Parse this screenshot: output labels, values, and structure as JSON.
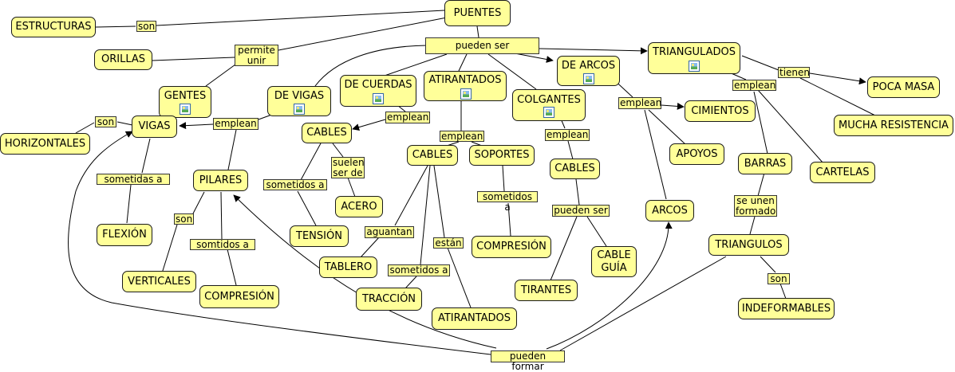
{
  "concepts": {
    "puentes": "PUENTES",
    "estructuras": "ESTRUCTURAS",
    "orillas": "ORILLAS",
    "gentes": "GENTES",
    "de_vigas": "DE VIGAS",
    "de_cuerdas": "DE CUERDAS",
    "atirantados_tipo": "ATIRANTADOS",
    "colgantes": "COLGANTES",
    "de_arcos": "DE ARCOS",
    "triangulados": "TRIANGULADOS",
    "horizontales": "HORIZONTALES",
    "vigas": "VIGAS",
    "cables_cuerdas": "CABLES",
    "cables_atirantados": "CABLES",
    "soportes": "SOPORTES",
    "cables_colgantes": "CABLES",
    "cimientos": "CIMIENTOS",
    "apoyos": "APOYOS",
    "poca_masa": "POCA MASA",
    "mucha_resistencia": "MUCHA RESISTENCIA",
    "barras": "BARRAS",
    "cartelas": "CARTELAS",
    "pilares": "PILARES",
    "acero": "ACERO",
    "flexion": "FLEXIÓN",
    "tension": "TENSIÓN",
    "compresion_soportes": "COMPRESIÓN",
    "cable_guia": "CABLE\nGUÍA",
    "arcos": "ARCOS",
    "triangulos": "TRIANGULOS",
    "verticales": "VERTICALES",
    "tablero": "TABLERO",
    "compresion_pilares": "COMPRESIÓN",
    "traccion": "TRACCIÓN",
    "tirantes": "TIRANTES",
    "indeformables": "INDEFORMABLES",
    "atirantados_cables": "ATIRANTADOS"
  },
  "links": {
    "son_estructuras": "son",
    "permite_unir": "permite\nunir",
    "pueden_ser": "pueden ser",
    "son_horizontales": "son",
    "emplean_vigas": "emplean",
    "emplean_cables_cuerdas": "emplean",
    "emplean_atirantados": "emplean",
    "emplean_colgantes": "emplean",
    "emplean_arcos": "emplean",
    "emplean_triangulados": "emplean",
    "tienen": "tienen",
    "sometidas_a": "  sometidas a",
    "sometidos_a_tension": "sometidos a",
    "suelen_ser_de": "suelen\nser de",
    "sometidos_a_soportes": "sometidos a",
    "pueden_ser_cables": "pueden ser",
    "se_unen_formado": "se unen\nformado",
    "son_verticales": "son",
    "somtidos_a": "  somtidos a",
    "aguantan": "aguantan",
    "estan": "están",
    "sometidos_a_traccion": "sometidos a",
    "son_indeformables": "son",
    "pueden_formar": "pueden formar"
  },
  "icons": [
    "image-icon",
    "image-icon",
    "image-icon",
    "image-icon",
    "image-icon",
    "image-icon",
    "image-icon"
  ],
  "colors": {
    "node_fill": "#ffff99",
    "border": "#1a1a1a",
    "edge": "#000000"
  }
}
